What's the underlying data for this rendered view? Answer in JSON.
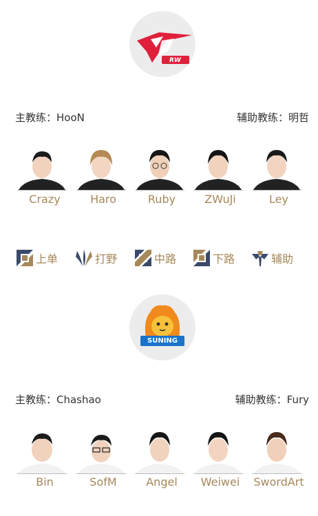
{
  "team1": {
    "logo_text": "RW",
    "head_coach_label": "主教练：HooN",
    "assistant_coach_label": "辅助教练：明哲",
    "players": [
      "Crazy",
      "Haro",
      "Ruby",
      "ZWuJi",
      "Ley"
    ]
  },
  "roles": [
    "上单",
    "打野",
    "中路",
    "下路",
    "辅助"
  ],
  "team2": {
    "logo_text": "SUNING",
    "head_coach_label": "主教练：Chashao",
    "assistant_coach_label": "辅助教练：Fury",
    "players": [
      "Bin",
      "SofM",
      "Angel",
      "Weiwei",
      "SwordArt"
    ]
  },
  "colors": {
    "accent_gold": "#a6885a",
    "icon_navy": "#3b4a6b",
    "rw_red": "#e0203a",
    "suning_blue": "#1a73c8",
    "suning_orange": "#f08a1c"
  }
}
